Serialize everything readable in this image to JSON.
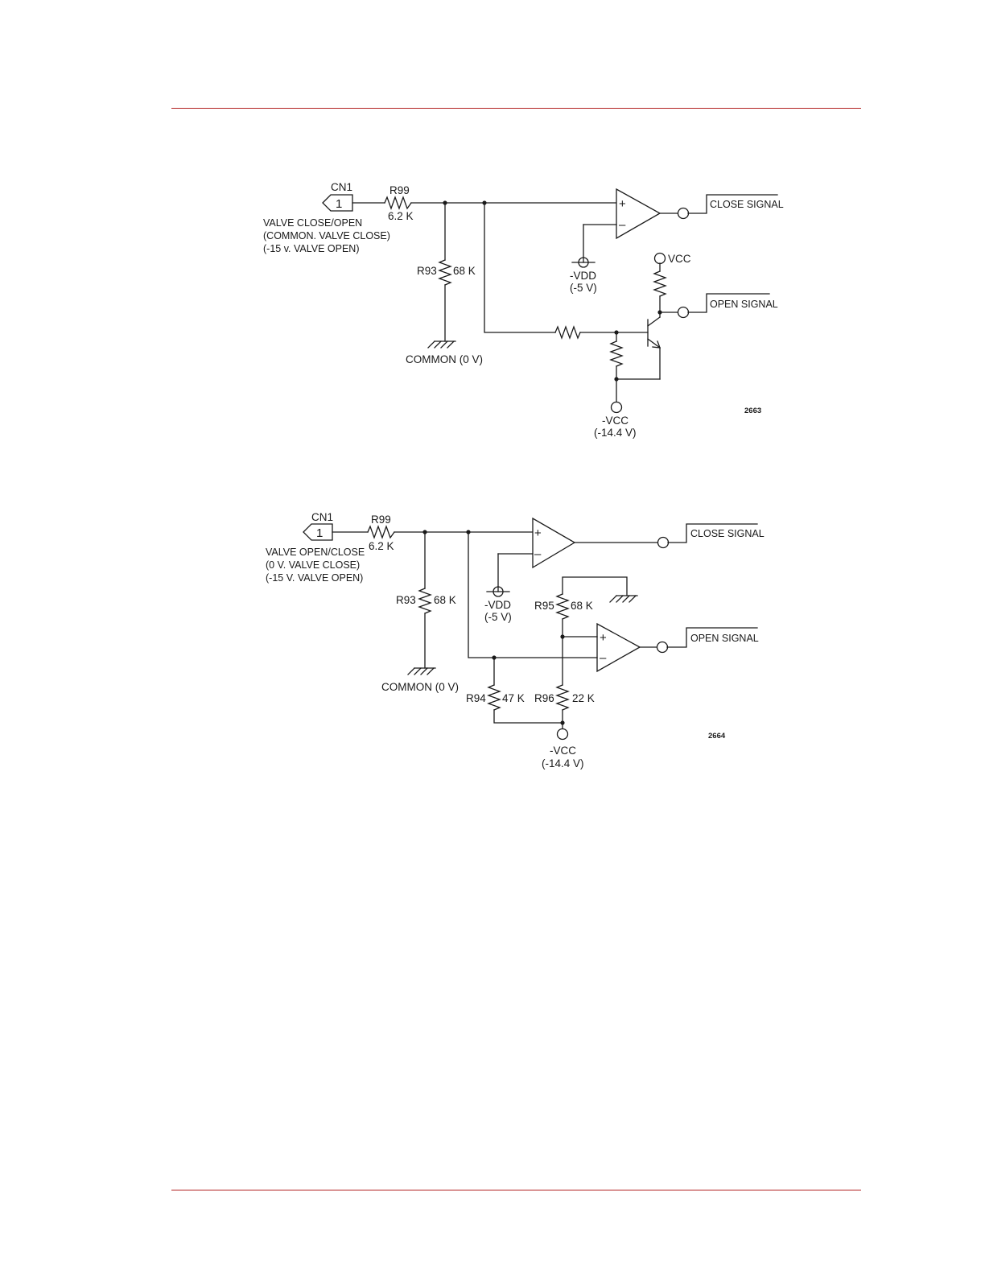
{
  "diagram1": {
    "connector_label": "CN1",
    "pin_number": "1",
    "input_desc": [
      "VALVE CLOSE/OPEN",
      "(COMMON. VALVE CLOSE)",
      "(-15 v. VALVE OPEN)"
    ],
    "r99_name": "R99",
    "r99_value": "6.2 K",
    "r93_name": "R93",
    "r93_value": "68 K",
    "common_label": "COMMON (0 V)",
    "vdd_label": "-VDD",
    "vdd_value": "(-5 V)",
    "vcc_label": "VCC",
    "neg_vcc_label": "-VCC",
    "neg_vcc_value": "(-14.4 V)",
    "close_signal": "CLOSE SIGNAL",
    "open_signal": "OPEN SIGNAL",
    "plus_sign": "+",
    "minus_sign": "–",
    "figure_number": "2663"
  },
  "diagram2": {
    "connector_label": "CN1",
    "pin_number": "1",
    "input_desc": [
      "VALVE OPEN/CLOSE",
      "(0 V. VALVE CLOSE)",
      "(-15 V. VALVE OPEN)"
    ],
    "r99_name": "R99",
    "r99_value": "6.2 K",
    "r93_name": "R93",
    "r93_value": "68 K",
    "r95_name": "R95",
    "r95_value": "68 K",
    "r94_name": "R94",
    "r94_value": "47 K",
    "r96_name": "R96",
    "r96_value": "22 K",
    "common_label": "COMMON (0 V)",
    "vdd_label": "-VDD",
    "vdd_value": "(-5 V)",
    "neg_vcc_label": "-VCC",
    "neg_vcc_value": "(-14.4 V)",
    "close_signal": "CLOSE SIGNAL",
    "open_signal": "OPEN SIGNAL",
    "plus_sign": "+",
    "minus_sign": "–",
    "figure_number": "2664"
  },
  "colors": {
    "rule": "#b22222",
    "ink": "#1a1a1a"
  }
}
